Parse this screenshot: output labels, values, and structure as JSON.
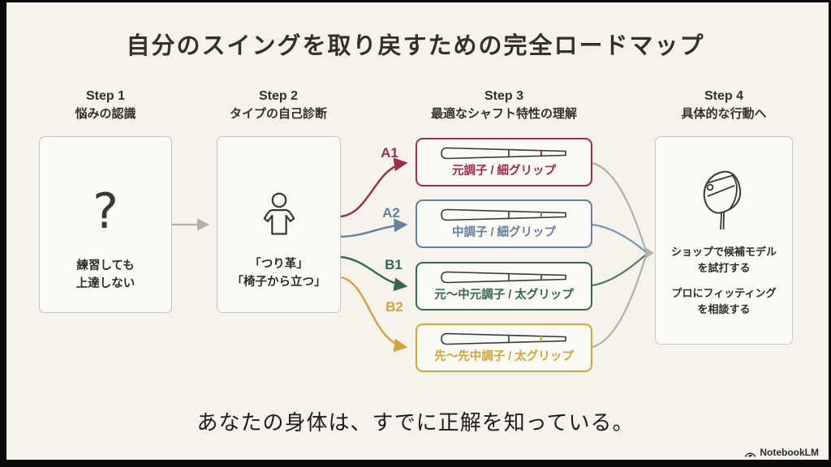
{
  "title": "自分のスイングを取り戻すための完全ロードマップ",
  "steps": [
    {
      "label": "Step 1",
      "sublabel": "悩みの認識"
    },
    {
      "label": "Step 2",
      "sublabel": "タイプの自己診断"
    },
    {
      "label": "Step 3",
      "sublabel": "最適なシャフト特性の理解"
    },
    {
      "label": "Step 4",
      "sublabel": "具体的な行動へ"
    }
  ],
  "cards": {
    "problem": {
      "icon": "question-mark-icon",
      "line1": "練習しても",
      "line2": "上達しない"
    },
    "diagnosis": {
      "icon": "person-icon",
      "line1": "「つり革」",
      "line2": "「椅子から立つ」"
    },
    "action": {
      "icon": "golf-driver-icon",
      "line1": "ショップで候補モデル",
      "line2": "を試打する",
      "line3": "プロにフィッティング",
      "line4": "を相談する"
    }
  },
  "branches": [
    {
      "id": "A1",
      "label": "元調子 / 細グリップ",
      "color": "#9e2b47",
      "icon": "golf-shaft-icon"
    },
    {
      "id": "A2",
      "label": "中調子 / 細グリップ",
      "color": "#64809e",
      "icon": "golf-shaft-icon"
    },
    {
      "id": "B1",
      "label": "元〜中元調子 / 太グリップ",
      "color": "#35684e",
      "icon": "golf-shaft-icon"
    },
    {
      "id": "B2",
      "label": "先〜先中調子 / 太グリップ",
      "color": "#d3a43a",
      "icon": "golf-shaft-icon"
    }
  ],
  "connector_color": "#b3b0aa",
  "tagline": "あなたの身体は、すでに正解を知っている。",
  "footer": {
    "brand": "NotebookLM",
    "icon": "notebooklm-logo-icon"
  }
}
